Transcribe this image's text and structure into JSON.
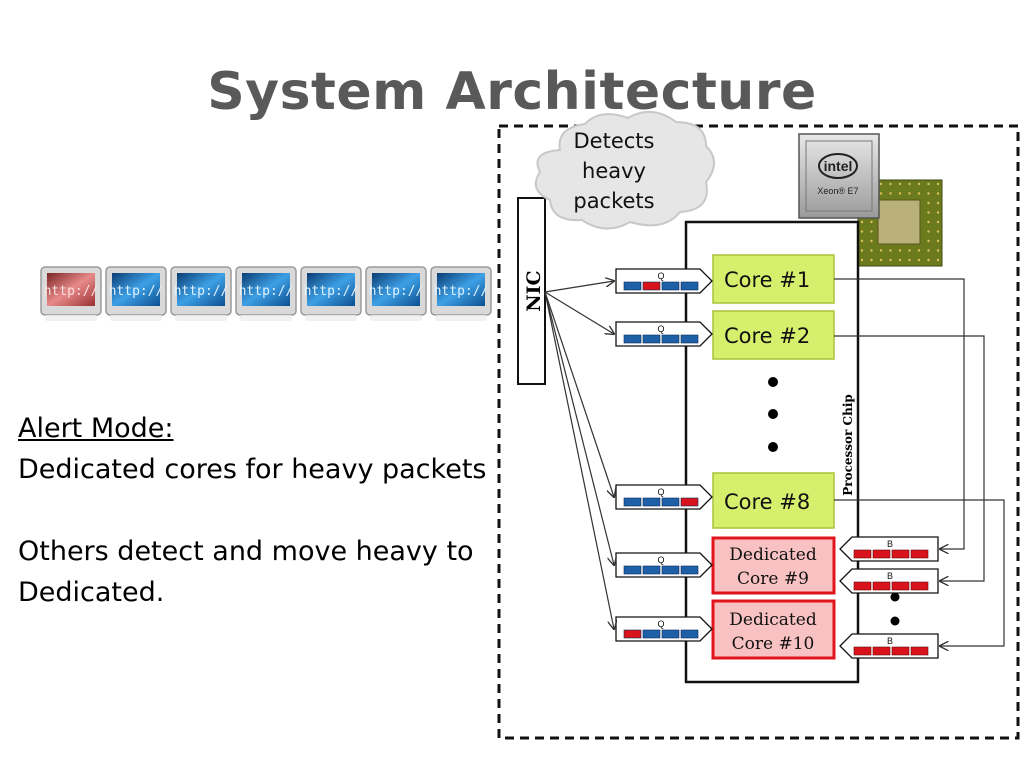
{
  "slide": {
    "title": "System Architecture",
    "alert_heading": "Alert Mode:",
    "alert_line1": "Dedicated cores for heavy packets",
    "alert_line2": "Others detect and move heavy to",
    "alert_line3": "Dedicated."
  },
  "diagram": {
    "cloud_lines": [
      "Detects",
      "heavy",
      "packets"
    ],
    "nic_label": "NIC",
    "processor_label": "Processor Chip",
    "intel_logo": "intel",
    "intel_model": "Xeon® E7",
    "packet_label": "http://",
    "packets": [
      {
        "kind": "heavy"
      },
      {
        "kind": "normal"
      },
      {
        "kind": "normal"
      },
      {
        "kind": "normal"
      },
      {
        "kind": "normal"
      },
      {
        "kind": "normal"
      },
      {
        "kind": "normal"
      }
    ],
    "queue_label": "Q",
    "buffer_label": "B",
    "cores": [
      {
        "label": "Core #1",
        "queue": [
          "blue",
          "red",
          "blue",
          "blue"
        ]
      },
      {
        "label": "Core #2",
        "queue": [
          "blue",
          "blue",
          "blue",
          "blue"
        ]
      },
      {
        "label": "Core #8",
        "queue": [
          "blue",
          "blue",
          "blue",
          "red"
        ]
      }
    ],
    "dedicated": [
      {
        "line1": "Dedicated",
        "line2": "Core #9",
        "queue": [
          "blue",
          "blue",
          "blue",
          "blue"
        ]
      },
      {
        "line1": "Dedicated",
        "line2": "Core #10",
        "queue": [
          "red",
          "blue",
          "blue",
          "blue"
        ]
      }
    ],
    "colors": {
      "core_fill": "#d7ef6d",
      "dedicated_fill": "#f9c2c2",
      "dedicated_border": "#e0151c",
      "queue_blue": "#1f5fa8",
      "queue_red": "#d9131c",
      "title": "#595959"
    }
  }
}
